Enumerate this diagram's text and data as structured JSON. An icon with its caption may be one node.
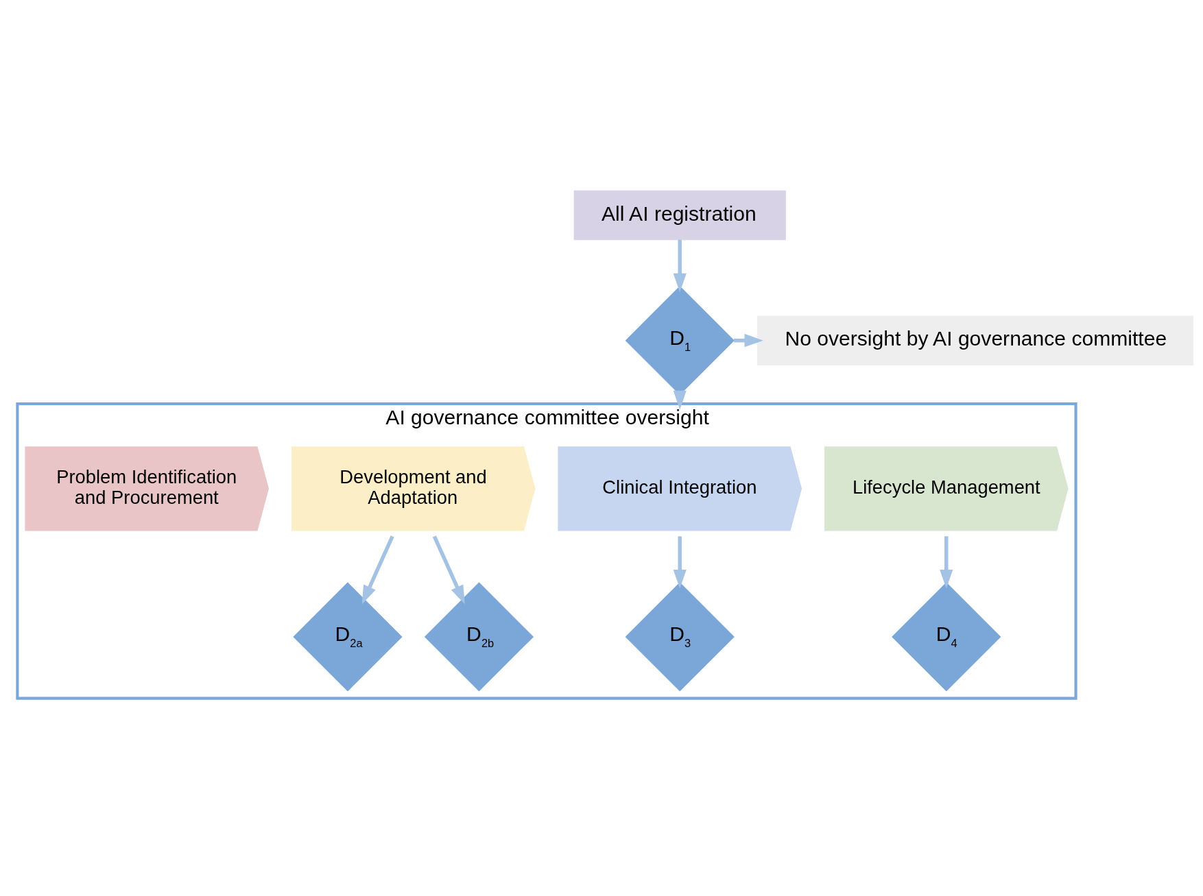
{
  "diagram": {
    "nodes": [
      {
        "text": [
          "All AI registration"
        ]
      },
      {
        "text": [
          "D$_{1}$"
        ]
      },
      {
        "text": [
          "No oversight by AI governance committee"
        ]
      },
      {
        "text": [
          "AI governance committee oversight"
        ]
      },
      {
        "text": [
          "Problem Identification and Procurement"
        ],
        "in": 3
      },
      {
        "text": [
          "Development and Adaptation"
        ],
        "in": 3
      },
      {
        "text": [
          "Clinical Integration"
        ],
        "in": 3
      },
      {
        "text": [
          "Lifecycle Management"
        ],
        "in": 3
      },
      {
        "text": [
          "D$_{2a}$"
        ],
        "in": 3
      },
      {
        "text": [
          "D$_{2b}$"
        ],
        "in": 3
      },
      {
        "text": [
          "D$_{3}$"
        ],
        "in": 3
      },
      {
        "text": [
          "D$_{4}$"
        ],
        "in": 3
      }
    ],
    "edges": [
      {
        "from": 0,
        "to": 1,
        "arrow": "to"
      },
      {
        "from": 1,
        "to": 2,
        "arrow": "to"
      },
      {
        "from": 1,
        "to": 3,
        "arrow": "to"
      },
      {
        "from": 5,
        "to": 8,
        "arrow": "to"
      },
      {
        "from": 5,
        "to": 9,
        "arrow": "to"
      },
      {
        "from": 6,
        "to": 10,
        "arrow": "to"
      },
      {
        "from": 7,
        "to": 11,
        "arrow": "to"
      }
    ]
  }
}
